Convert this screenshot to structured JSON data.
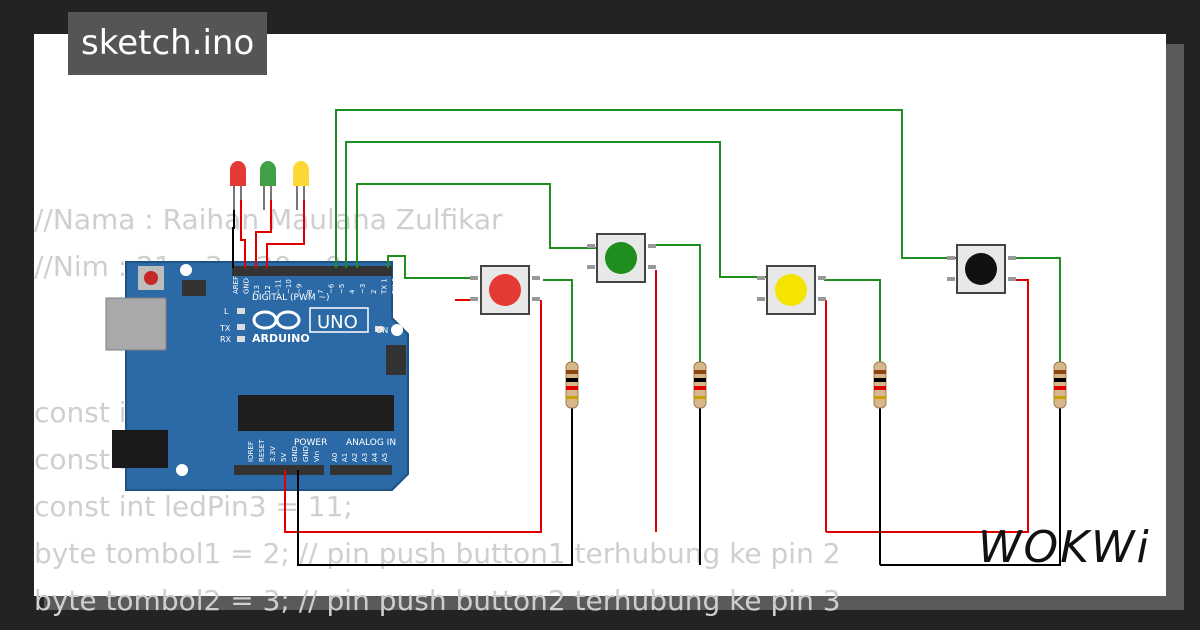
{
  "header": {
    "title": "sketch.ino"
  },
  "code_lines": [
    "//Nama : Raihan Maulana Zulfikar",
    "//Nim : 21xx3xx20xx0",
    "",
    "const int ledPin1 = 13;",
    "const int ledPin2 = 12;",
    "const int ledPin3 = 11;",
    "byte tombol1 = 2; // pin push button1 terhubung ke pin 2",
    "byte tombol2 = 3; // pin push button2 terhubung ke pin 3"
  ],
  "board": {
    "brand": "ARDUINO",
    "model": "UNO",
    "label_digital": "DIGITAL (PWM ~)",
    "label_power": "POWER",
    "label_analog": "ANALOG IN",
    "label_on": "ON",
    "label_l": "L",
    "label_tx": "TX",
    "label_rx": "RX",
    "digital_pins": [
      "AREF",
      "GND",
      "13",
      "12",
      "~11",
      "~10",
      "~9",
      "8",
      "7",
      "~6",
      "~5",
      "4",
      "~3",
      "2",
      "TX 1",
      "RX 0"
    ],
    "power_pins": [
      "IOREF",
      "RESET",
      "3.3V",
      "5V",
      "GND",
      "GND",
      "Vin"
    ],
    "analog_pins": [
      "A0",
      "A1",
      "A2",
      "A3",
      "A4",
      "A5"
    ]
  },
  "leds": [
    {
      "color": "#e53935"
    },
    {
      "color": "#43a047"
    },
    {
      "color": "#fdd835"
    }
  ],
  "buttons": [
    {
      "color": "#e53935"
    },
    {
      "color": "#1e8e1e"
    },
    {
      "color": "#f5e400"
    },
    {
      "color": "#111111"
    }
  ],
  "wire_colors": {
    "signal": "#1e8e1e",
    "vcc": "#e00000",
    "gnd": "#000000"
  },
  "brand_logo": "WOKWi"
}
